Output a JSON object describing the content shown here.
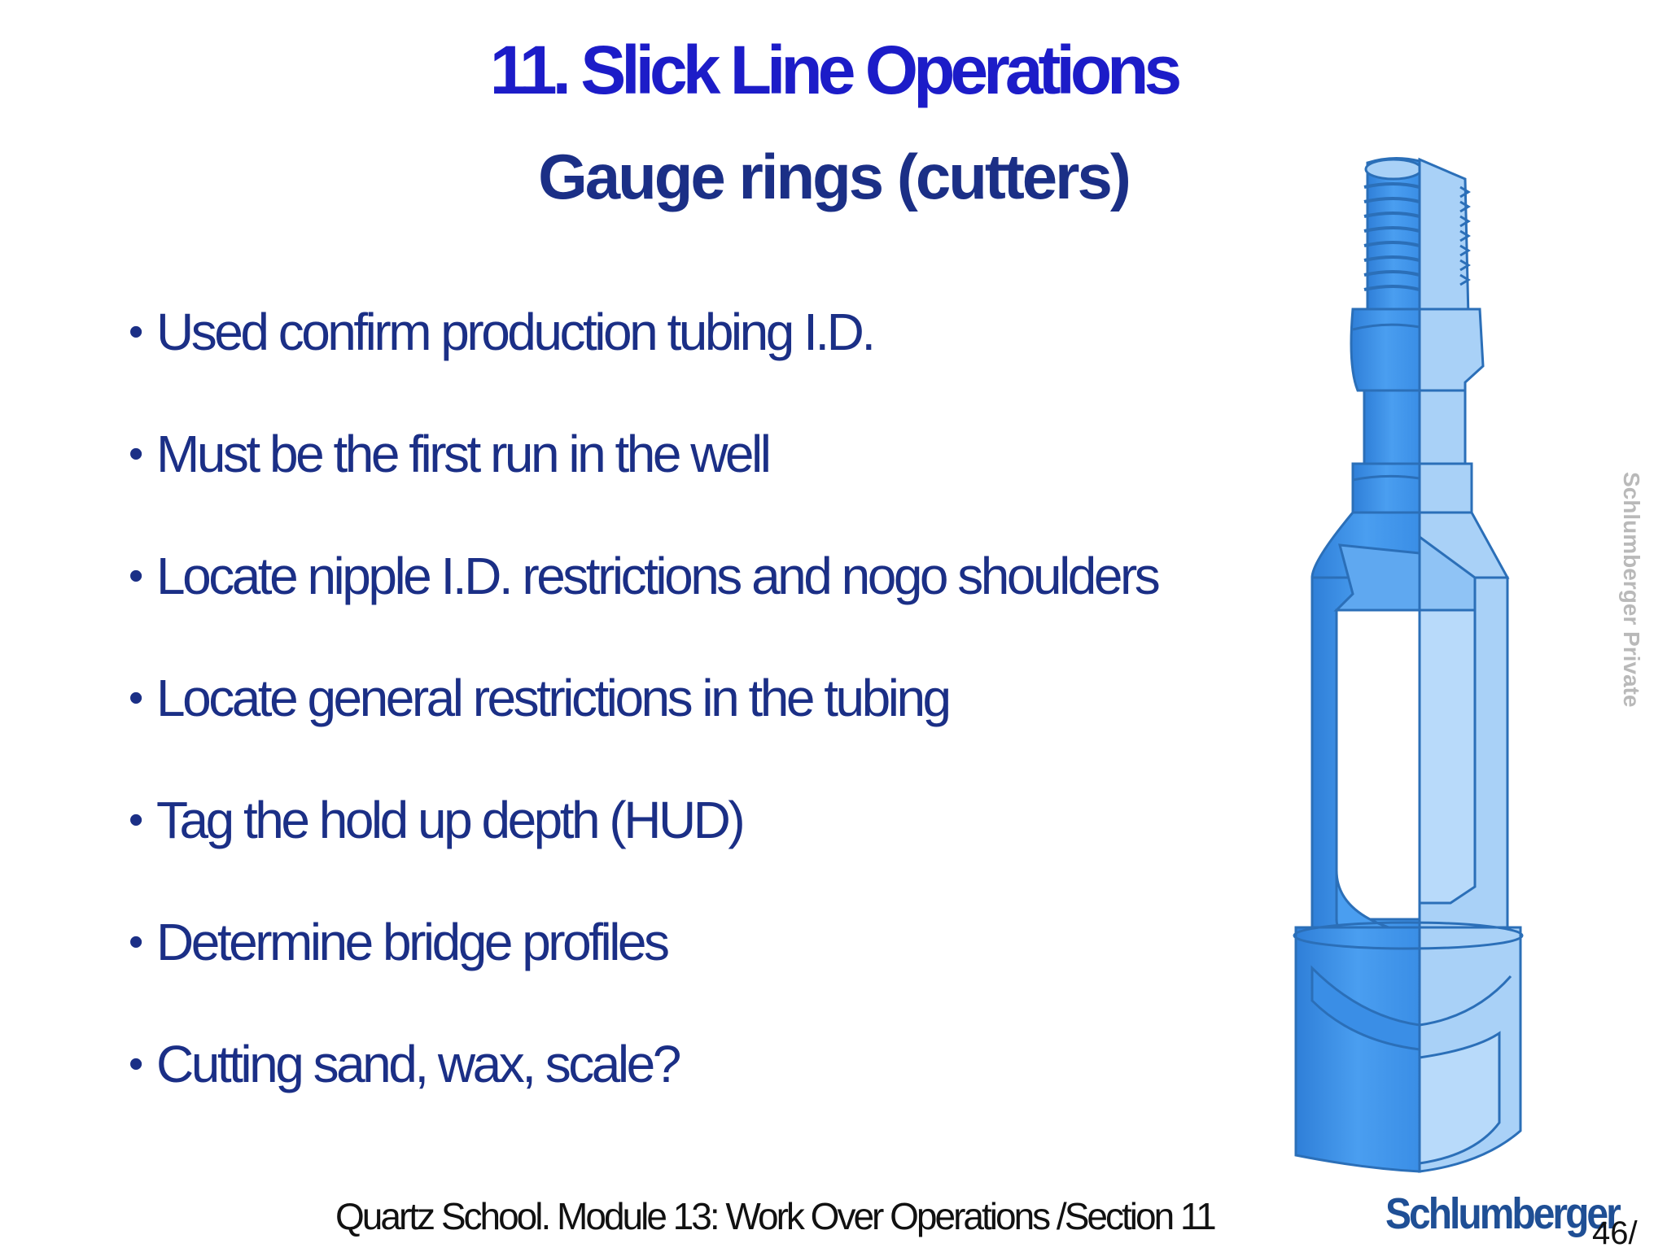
{
  "slide": {
    "title": "11. Slick Line Operations",
    "subtitle": "Gauge rings  (cutters)",
    "bullet_marker": "•",
    "bullets": [
      {
        "text": "Used confirm production tubing I.D."
      },
      {
        "text": "Must be the first run in the well"
      },
      {
        "text": "Locate nipple I.D. restrictions and nogo shoulders"
      },
      {
        "text": "Locate general restrictions in the tubing"
      },
      {
        "text": "Tag the hold up depth (HUD)"
      },
      {
        "text": "Determine bridge profiles"
      },
      {
        "text": "Cutting sand, wax, scale?"
      }
    ]
  },
  "illustration": {
    "icon": "gauge-ring-cutaway-icon",
    "colors": {
      "dark_blue": "#3d8ee6",
      "light_blue": "#a9d1f7",
      "outline": "#2b6fb8"
    }
  },
  "classification": "Schlumberger Private",
  "footer": {
    "text": "Quartz School.  Module 13: Work Over Operations /Section 11",
    "logo": "Schlumberger",
    "page_number": "46/"
  },
  "colors": {
    "title": "#1c1cc8",
    "body_text": "#1b2f86"
  }
}
